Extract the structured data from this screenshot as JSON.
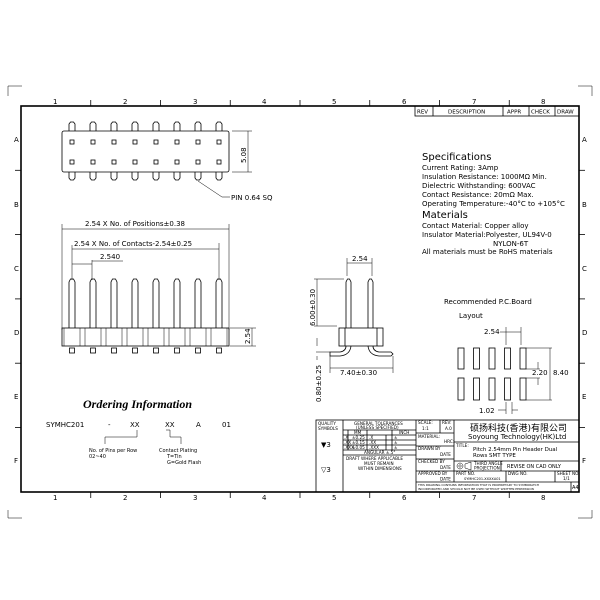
{
  "frame": {
    "columns": [
      "1",
      "2",
      "3",
      "4",
      "5",
      "6",
      "7",
      "8"
    ],
    "rows": [
      "A",
      "B",
      "C",
      "D",
      "E",
      "F"
    ]
  },
  "revision_table": {
    "rev": "REV",
    "description": "DESCRIPTION",
    "appr": "APPR",
    "check": "CHECK",
    "draw": "DRAW"
  },
  "specifications": {
    "heading": "Specifications",
    "lines": [
      "Current Rating:  3Amp",
      "Insulation Resistance:  1000MΩ Min.",
      "Dielectric Withstanding:  600VAC",
      "Contact Resistance:  20mΩ Max.",
      "Operating Temperature:-40°C to +105°C"
    ]
  },
  "materials": {
    "heading": "Materials",
    "lines": [
      "Contact Material: Copper alloy",
      "Insulator Material:Polyester, UL94V-0",
      "NYLON-6T",
      "All materials must be RoHS materials"
    ]
  },
  "top_view": {
    "height_dim": "5.08",
    "pin_callout": "PIN 0.64 SQ",
    "pins_per_row": 8
  },
  "front_view": {
    "dim_positions": "2.54 X No. of Positions±0.38",
    "dim_contacts": "2.54 X No. of Contacts-2.54±0.25",
    "dim_pitch": "2.540",
    "dim_body": "2.54"
  },
  "side_view": {
    "dim_pitch": "2.54",
    "dim_pin_length": "6.00±0.30",
    "dim_standoff": "0.80±0.25",
    "dim_span": "7.40±0.30"
  },
  "pcb_layout": {
    "title_line1": "Recommended P.C.Board",
    "title_line2": "Layout",
    "dim_pitch": "2.54",
    "dim_gap": "2.20",
    "dim_span": "8.40",
    "dim_pad_width": "1.02"
  },
  "ordering": {
    "heading": "Ordering Information",
    "part_prefix": "SYMHC201",
    "dash": "-",
    "field1": "XX",
    "field2": "XX",
    "field3": "A",
    "field4": "01",
    "note1_line1": "No. of Pins per Row",
    "note1_line2": "02~40",
    "note2_line1": "Contact Plating",
    "note2_line2": "T=Tin",
    "note2_line3": "G=Gold Flash"
  },
  "title_block": {
    "quality_symbols": [
      "QUALITY",
      "SYMBOLS"
    ],
    "general_tolerances": [
      "GENERAL TOLERANCES",
      "(UNLESS SPECIFIED)"
    ],
    "mm": "MM",
    "inch": "INCH",
    "tol_rows": [
      [
        ".X",
        "±0.25",
        ".X",
        "±"
      ],
      [
        ".XX",
        "±0.15",
        ".XX",
        "±"
      ],
      [
        ".XXX",
        "±0.05",
        ".XXX",
        "±"
      ]
    ],
    "angular": "ANGULAR ±.5°",
    "draft_note": [
      "DRAFT WHERE APPLICABLE",
      "MUST REMAIN",
      "WITHIN DIMENSIONS"
    ],
    "sym1": "▼3",
    "sym2": "▽3",
    "scale_label": "SCALE:",
    "scale": "1:1",
    "rev_label": "REV:",
    "rev": "A.0",
    "material_label": "MATERIAL:",
    "hrc_label": "HRC:",
    "drawn_by": "DRAWN BY",
    "checked_by": "CHECKED BY",
    "approved_by": "APPROVED BY",
    "date": "DATE",
    "company_cn": "硕扬科技(香港)有限公司",
    "company_en": "Soyoung Technology(HK)Ltd",
    "title_label": "TITLE:",
    "title": [
      "Pitch 2.54mm Pin Header Dual",
      "Rows SMT TYPE"
    ],
    "projection": [
      "THIRD ANGLE",
      "PROJECTION"
    ],
    "revise_note": "REVISE ON CAD ONLY",
    "part_no_label": "PART NO.",
    "part_no": "SYMHC201-XXXXA01",
    "dwg_no_label": "DWG NO.",
    "sheet_no_label": "SHEET NO.",
    "sheet_no": "1/1",
    "proprietary": [
      "THIS DRAWING CONTAINS INFORMATION THAT IS PROPRIETARY TO SYMBORATCH",
      "INCORPORATED AND SHOULD NOT BE USED WITHOUT WRITTEN PERMISSION"
    ],
    "size": "A4"
  }
}
